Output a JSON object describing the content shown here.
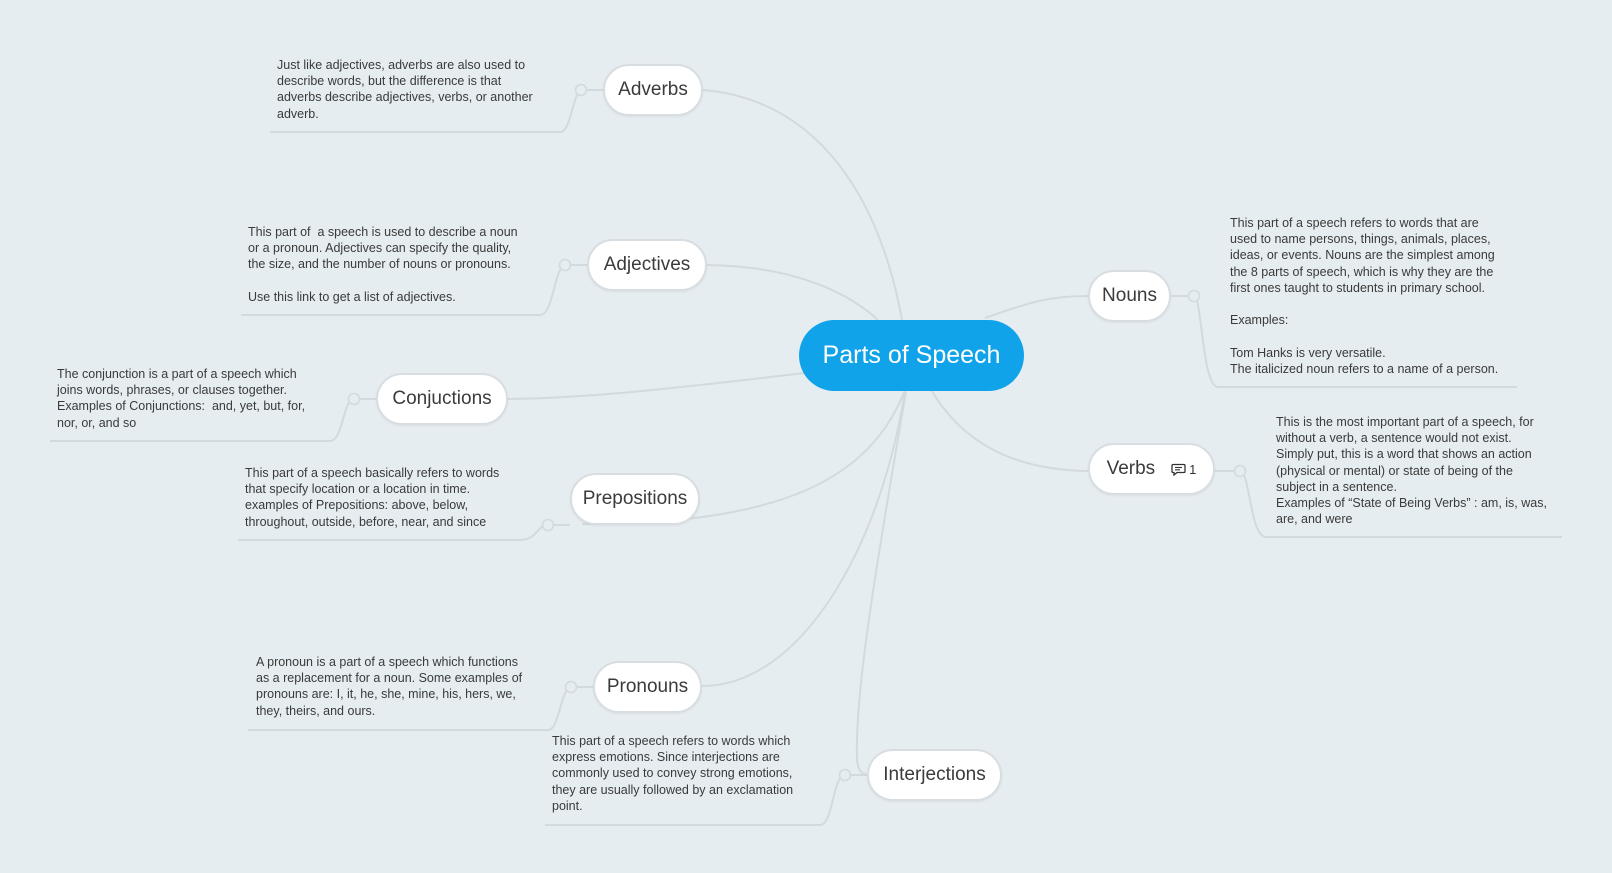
{
  "root": {
    "label": "Parts of Speech"
  },
  "topics": {
    "adverbs": {
      "label": "Adverbs",
      "note": "Just like adjectives, adverbs are also used to\ndescribe words, but the difference is that\nadverbs describe adjectives, verbs, or another\nadverb."
    },
    "adjectives": {
      "label": "Adjectives",
      "note": "This part of  a speech is used to describe a noun\nor a pronoun. Adjectives can specify the quality,\nthe size, and the number of nouns or pronouns.\n\nUse this link to get a list of adjectives."
    },
    "conjunctions": {
      "label": "Conjuctions",
      "note": "The conjunction is a part of a speech which\njoins words, phrases, or clauses together.\nExamples of Conjunctions:  and, yet, but, for,\nnor, or, and so"
    },
    "prepositions": {
      "label": "Prepositions",
      "note": "This part of a speech basically refers to words\nthat specify location or a location in time.\nexamples of Prepositions: above, below,\nthroughout, outside, before, near, and since"
    },
    "pronouns": {
      "label": "Pronouns",
      "note": "A pronoun is a part of a speech which functions\nas a replacement for a noun. Some examples of\npronouns are: I, it, he, she, mine, his, hers, we,\nthey, theirs, and ours."
    },
    "interjections": {
      "label": "Interjections",
      "note": "This part of a speech refers to words which\nexpress emotions. Since interjections are\ncommonly used to convey strong emotions,\nthey are usually followed by an exclamation\npoint."
    },
    "nouns": {
      "label": "Nouns",
      "note": "This part of a speech refers to words that are\nused to name persons, things, animals, places,\nideas, or events. Nouns are the simplest among\nthe 8 parts of speech, which is why they are the\nfirst ones taught to students in primary school.\n\nExamples:\n\nTom Hanks is very versatile.\nThe italicized noun refers to a name of a person."
    },
    "verbs": {
      "label": "Verbs",
      "comment_count": "1",
      "comment_icon": "comment-icon",
      "note": "This is the most important part of a speech, for\nwithout a verb, a sentence would not exist.\nSimply put, this is a word that shows an action\n(physical or mental) or state of being of the\nsubject in a sentence.\nExamples of “State of Being Verbs” : am, is, was,\nare, and were"
    }
  },
  "colors": {
    "background": "#e6edf0",
    "root": "#10a3ea",
    "line": "#d3dadd"
  }
}
